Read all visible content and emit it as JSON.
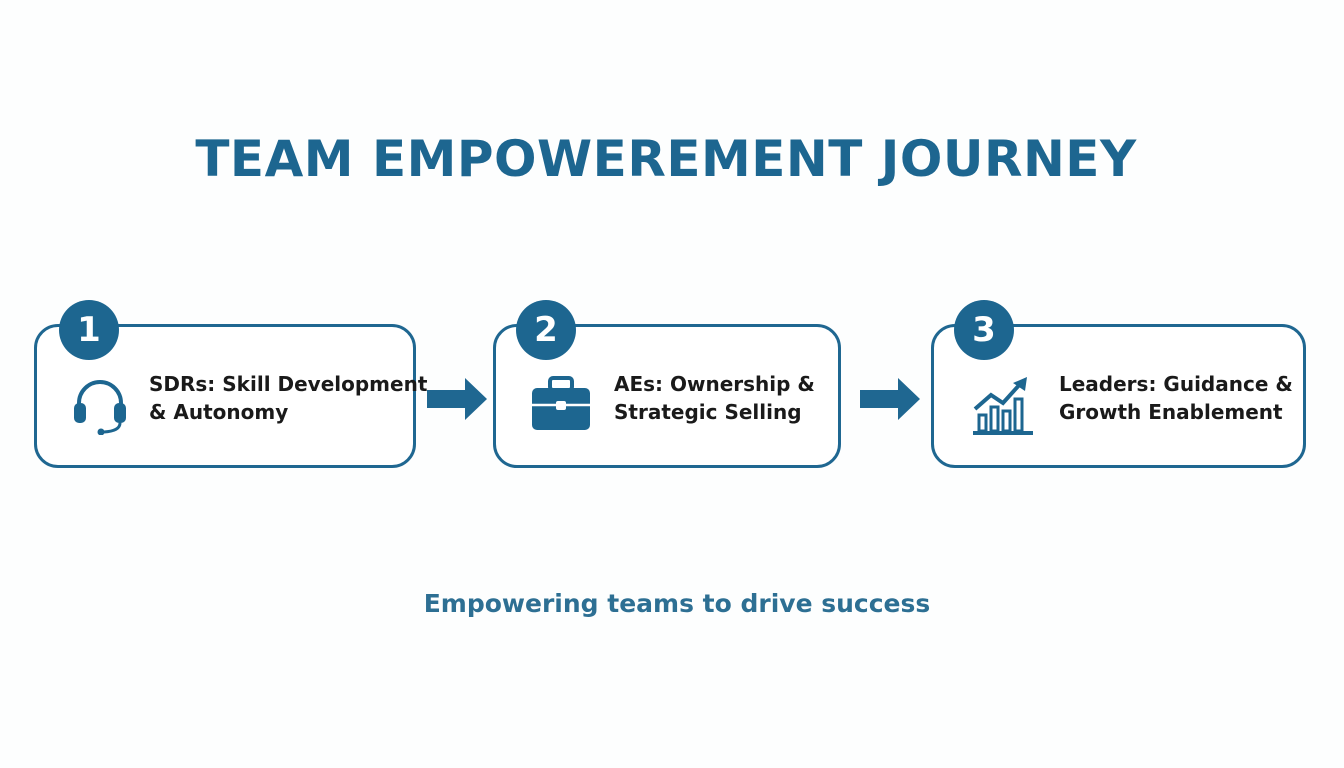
{
  "title": "TEAM EMPOWEREMENT JOURNEY",
  "steps": [
    {
      "number": "1",
      "icon": "headset-icon",
      "line1": "SDRs: Skill Development",
      "line2": "& Autonomy"
    },
    {
      "number": "2",
      "icon": "briefcase-icon",
      "line1": "AEs: Ownership &",
      "line2": "Strategic Selling"
    },
    {
      "number": "3",
      "icon": "growth-chart-icon",
      "line1": "Leaders: Guidance &",
      "line2": "Growth Enablement"
    }
  ],
  "tagline": "Empowering teams to drive success",
  "colors": {
    "primary": "#1d6690",
    "text": "#1a1a1a",
    "background": "#ffffff"
  }
}
